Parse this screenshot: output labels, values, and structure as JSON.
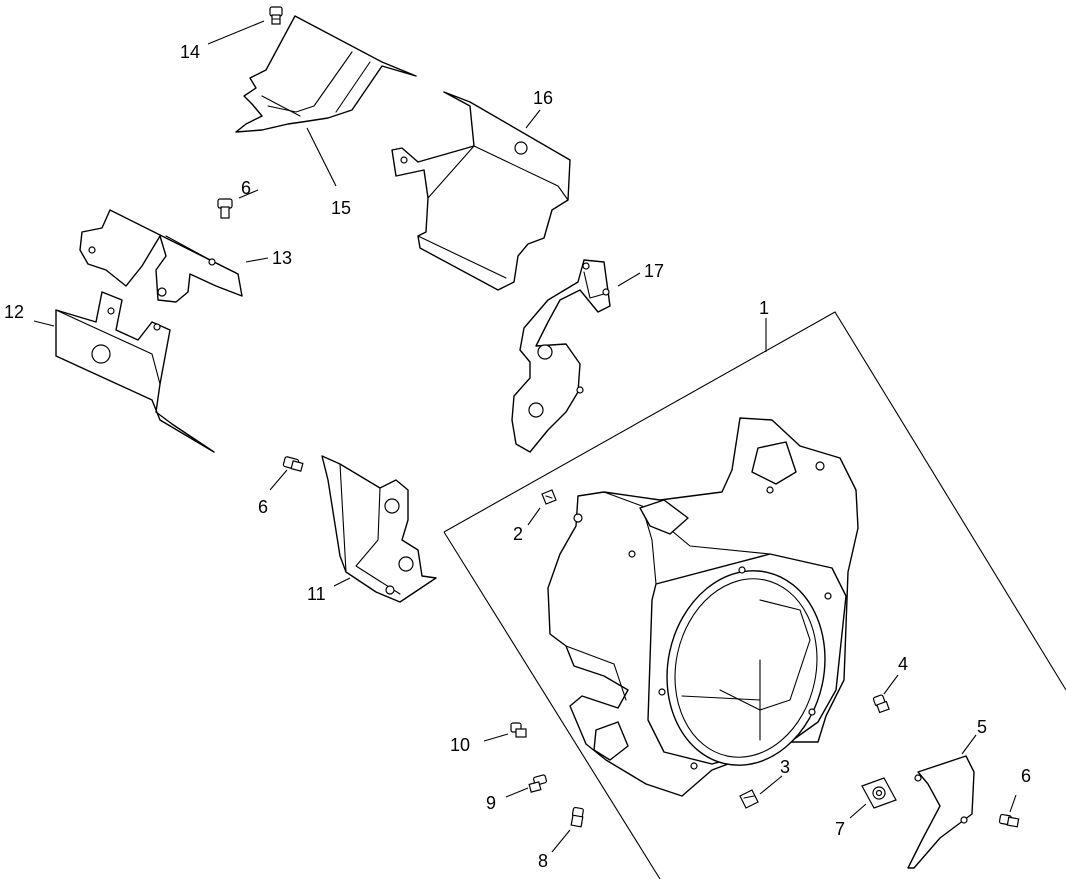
{
  "diagram": {
    "callouts": {
      "c1": "1",
      "c2": "2",
      "c3": "3",
      "c4": "4",
      "c5": "5",
      "c6a": "6",
      "c6b": "6",
      "c6c": "6",
      "c7": "7",
      "c8": "8",
      "c9": "9",
      "c10": "10",
      "c11": "11",
      "c12": "12",
      "c13": "13",
      "c14": "14",
      "c15": "15",
      "c16": "16",
      "c17": "17"
    }
  }
}
